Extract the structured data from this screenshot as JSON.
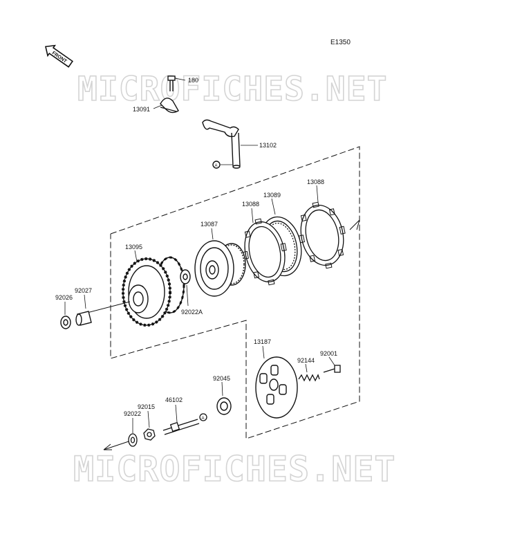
{
  "diagram_code": "E1350",
  "front_badge": "FRONT",
  "watermark_text": "MICROFICHES.NET",
  "reference_marker": "A",
  "part_labels": {
    "p180": "180",
    "p13091": "13091",
    "p13102": "13102",
    "p13088_right": "13088",
    "p13088_left": "13088",
    "p13089": "13089",
    "p13087": "13087",
    "p13095": "13095",
    "p92027": "92027",
    "p92026": "92026",
    "p92022A": "92022A",
    "p13187": "13187",
    "p92144": "92144",
    "p92001": "92001",
    "p92045": "92045",
    "p46102": "46102",
    "p92015": "92015",
    "p92022": "92022"
  },
  "colors": {
    "ink": "#111111",
    "watermark": "#d4d4d4",
    "background": "#ffffff"
  }
}
